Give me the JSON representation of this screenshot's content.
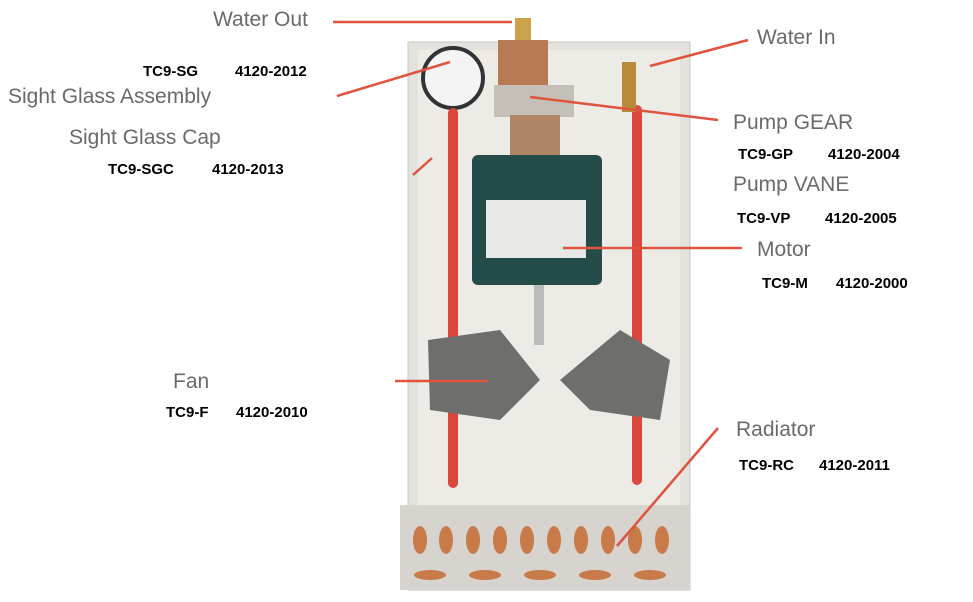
{
  "callouts": [
    {
      "name": "Water Out"
    },
    {
      "name": "Sight Glass Assembly",
      "code": "TC9-SG",
      "part": "4120-2012"
    },
    {
      "name": "Sight Glass Cap",
      "code": "TC9-SGC",
      "part": "4120-2013"
    },
    {
      "name": "Water In"
    },
    {
      "name": "Pump GEAR",
      "code": "TC9-GP",
      "part": "4120-2004"
    },
    {
      "name": "Pump VANE",
      "code": "TC9-VP",
      "part": "4120-2005"
    },
    {
      "name": "Motor",
      "code": "TC9-M",
      "part": "4120-2000"
    },
    {
      "name": "Fan",
      "code": "TC9-F",
      "part": "4120-2010"
    },
    {
      "name": "Radiator",
      "code": "TC9-RC",
      "part": "4120-2011"
    }
  ],
  "colors": {
    "leader": "#e0533f",
    "label": "#6a6a6a"
  }
}
